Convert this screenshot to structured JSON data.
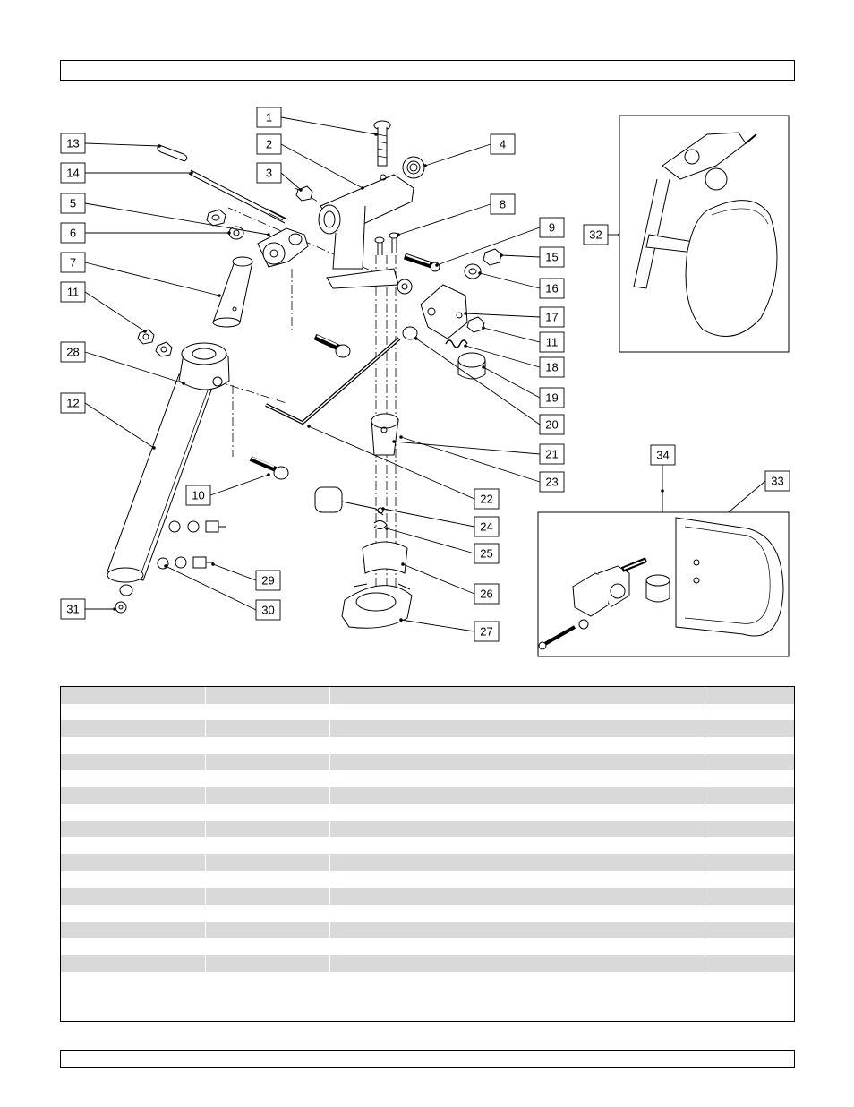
{
  "header_bar": {},
  "footer_bar": {},
  "diagram": {
    "callouts": [
      {
        "id": "c1",
        "label": "1"
      },
      {
        "id": "c2",
        "label": "2"
      },
      {
        "id": "c3",
        "label": "3"
      },
      {
        "id": "c4",
        "label": "4"
      },
      {
        "id": "c5",
        "label": "5"
      },
      {
        "id": "c6",
        "label": "6"
      },
      {
        "id": "c7",
        "label": "7"
      },
      {
        "id": "c8",
        "label": "8"
      },
      {
        "id": "c9",
        "label": "9"
      },
      {
        "id": "c10",
        "label": "10"
      },
      {
        "id": "c11a",
        "label": "11"
      },
      {
        "id": "c11b",
        "label": "11"
      },
      {
        "id": "c12",
        "label": "12"
      },
      {
        "id": "c13",
        "label": "13"
      },
      {
        "id": "c14",
        "label": "14"
      },
      {
        "id": "c15",
        "label": "15"
      },
      {
        "id": "c16",
        "label": "16"
      },
      {
        "id": "c17",
        "label": "17"
      },
      {
        "id": "c18",
        "label": "18"
      },
      {
        "id": "c19",
        "label": "19"
      },
      {
        "id": "c20",
        "label": "20"
      },
      {
        "id": "c21",
        "label": "21"
      },
      {
        "id": "c22",
        "label": "22"
      },
      {
        "id": "c23",
        "label": "23"
      },
      {
        "id": "c24",
        "label": "24"
      },
      {
        "id": "c25",
        "label": "25"
      },
      {
        "id": "c26",
        "label": "26"
      },
      {
        "id": "c27",
        "label": "27"
      },
      {
        "id": "c28",
        "label": "28"
      },
      {
        "id": "c29",
        "label": "29"
      },
      {
        "id": "c30",
        "label": "30"
      },
      {
        "id": "c31",
        "label": "31"
      },
      {
        "id": "c32",
        "label": "32"
      },
      {
        "id": "c33",
        "label": "33"
      },
      {
        "id": "c34",
        "label": "34"
      }
    ]
  },
  "parts_table": {
    "rows": 19,
    "shaded_rows": [
      0,
      2,
      4,
      6,
      8,
      10,
      12,
      14,
      16
    ],
    "columns": 4,
    "cells_text": []
  },
  "colors": {
    "line": "#000000",
    "row_shade": "#d9d9d9",
    "background": "#ffffff"
  }
}
